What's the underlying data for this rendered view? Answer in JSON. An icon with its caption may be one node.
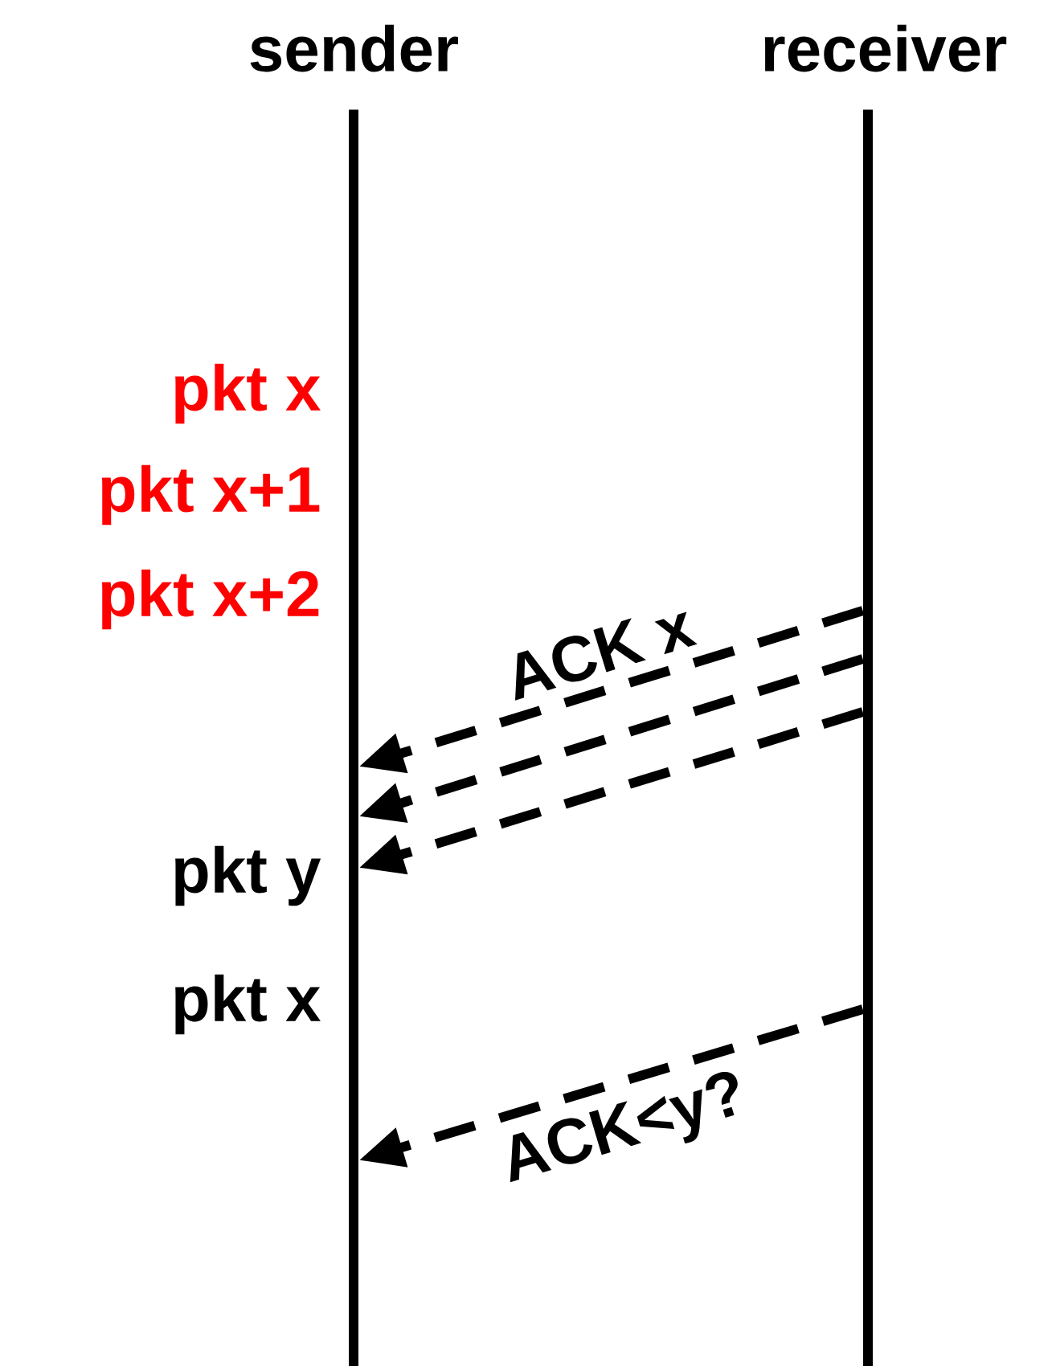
{
  "diagram": {
    "nodes": [
      {
        "text": [
          "sender"
        ]
      },
      {
        "text": [
          "receiver"
        ]
      }
    ],
    "edges": [
      {
        "from": 1,
        "to": 0,
        "arrow": "to",
        "style": "dashed",
        "label": "ACK x"
      },
      {
        "from": 1,
        "to": 0,
        "arrow": "to",
        "style": "dashed"
      },
      {
        "from": 1,
        "to": 0,
        "arrow": "to",
        "style": "dashed"
      },
      {
        "from": 1,
        "to": 0,
        "arrow": "to",
        "style": "dashed",
        "label": "ACK<y?"
      }
    ],
    "labels": [
      "pkt x",
      "pkt x+1",
      "pkt x+2",
      "pkt y",
      "pkt x"
    ]
  }
}
